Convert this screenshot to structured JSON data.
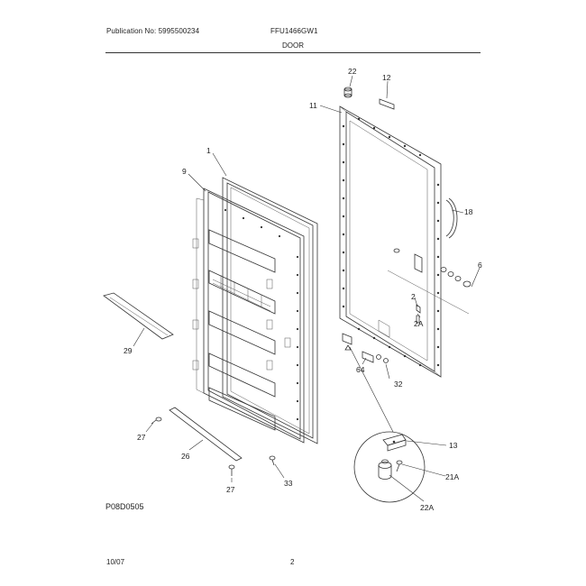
{
  "header": {
    "publication": "Publication No: 5995500234",
    "model": "FFU1466GW1",
    "section": "DOOR"
  },
  "footer": {
    "diagram_code": "P08D0505",
    "date": "10/07",
    "page_number": "2"
  },
  "callouts": {
    "c1": "1",
    "c9": "9",
    "c11": "11",
    "c12": "12",
    "c22": "22",
    "c18": "18",
    "c6": "6",
    "c2": "2",
    "c2A": "2A",
    "c64": "64",
    "c32": "32",
    "c29": "29",
    "c27a": "27",
    "c26": "26",
    "c27b": "27",
    "c33": "33",
    "c13": "13",
    "c21A": "21A",
    "c22A": "22A"
  }
}
